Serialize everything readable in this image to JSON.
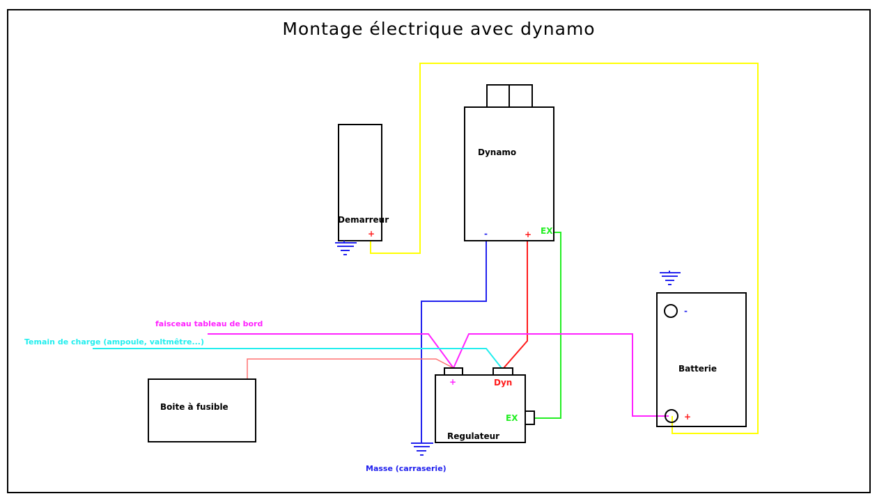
{
  "title": "Montage électrique avec dynamo",
  "colors": {
    "frame": "#000000",
    "yellow": "#ffff00",
    "blue": "#2020ee",
    "red": "#ff1a1a",
    "green": "#22ee22",
    "magenta": "#ff22ff",
    "cyan": "#22eeee",
    "salmon": "#ff7070"
  },
  "components": {
    "demarreur": {
      "label": "Demarreur",
      "plus": "+"
    },
    "dynamo": {
      "label": "Dynamo",
      "minus": "-",
      "plus": "+",
      "ex": "EX"
    },
    "regulateur": {
      "label": "Regulateur",
      "plus": "+",
      "dyn": "Dyn",
      "ex": "EX"
    },
    "batterie": {
      "label": "Batterie",
      "minus": "-",
      "plus": "+"
    },
    "boite_fusible": {
      "label": "Boite à fusible"
    }
  },
  "wire_labels": {
    "faisceau": "faisceau tableau de bord",
    "temoin": "Temain de charge (ampoule, valtmêtre...)",
    "masse": "Masse (carraserie)"
  }
}
